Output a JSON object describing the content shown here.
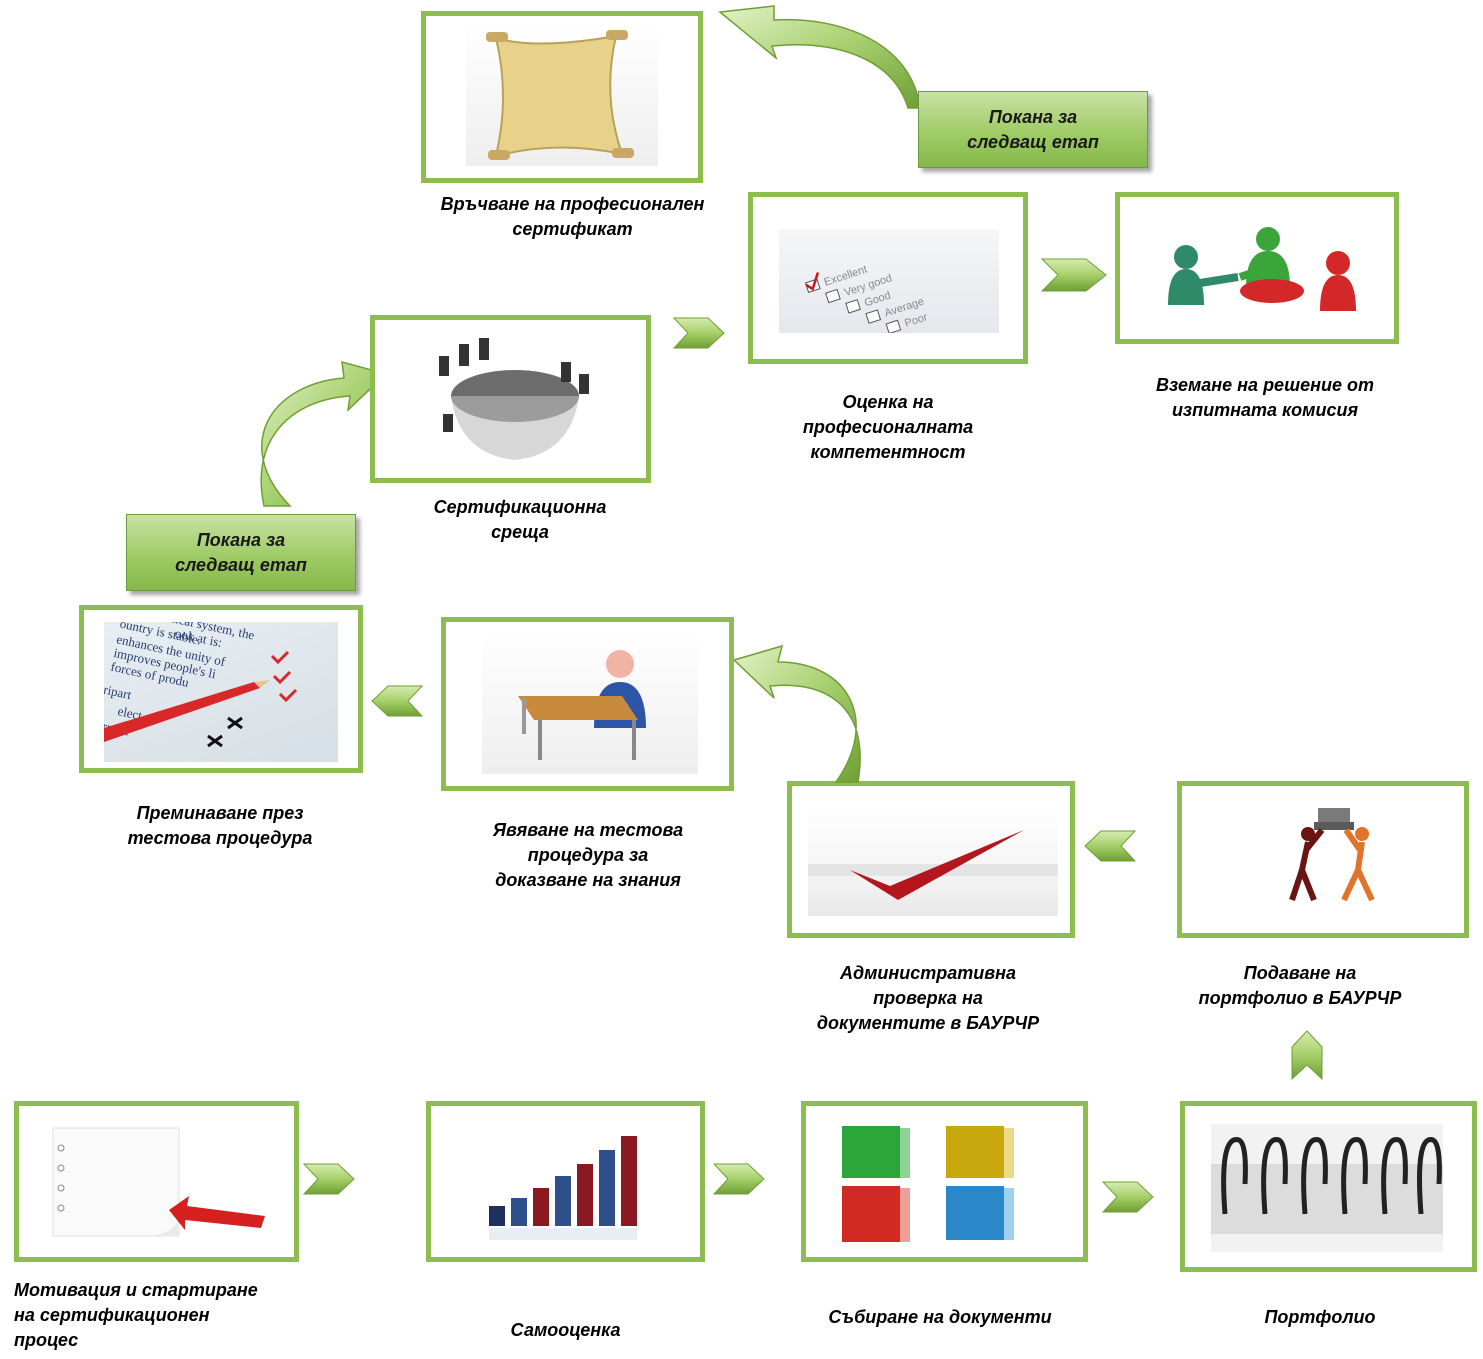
{
  "colors": {
    "frame": "#8dbc4f",
    "arrow_light": "#c8e39a",
    "arrow_dark": "#6f9f34",
    "banner": "#9fcc66"
  },
  "banners": {
    "top": {
      "line1": "Покана за",
      "line2": "следващ етап"
    },
    "left": {
      "line1": "Покана за",
      "line2": "следващ етап"
    }
  },
  "steps": {
    "motivation": {
      "line1": "Мотивация и стартиране",
      "line2": "на сертификационен",
      "line3": "процес",
      "icon": "notepad-arrow-icon"
    },
    "self_assessment": {
      "line1": "Самооценка",
      "icon": "bar-chart-icon"
    },
    "collect_docs": {
      "line1": "Събиране на документи",
      "icon": "books-icon"
    },
    "portfolio": {
      "line1": "Портфолио",
      "icon": "spiral-binder-icon"
    },
    "submit_portfolio": {
      "line1": "Подаване на",
      "line2": "портфолио в БАУРЧР",
      "icon": "figures-carrying-icon"
    },
    "admin_check": {
      "line1": "Административна",
      "line2": "проверка на",
      "line3": "документите в  БАУРЧР",
      "icon": "checkmark-icon"
    },
    "test_attend": {
      "line1": "Явяване на тестова",
      "line2": "процедура за",
      "line3": "доказване на знания",
      "icon": "person-at-desk-icon"
    },
    "test_pass": {
      "line1": "Преминаване през",
      "line2": "тестова процедура",
      "icon": "test-sheet-icon"
    },
    "cert_meeting": {
      "line1": "Сертификационна",
      "line2": "среща",
      "icon": "meeting-table-icon"
    },
    "evaluation": {
      "line1": "Оценка на",
      "line2": "професионалната",
      "line3": "компетентност",
      "icon": "checklist-icon"
    },
    "decision": {
      "line1": "Вземане на решение от",
      "line2": "изпитната комисия",
      "icon": "figures-handshake-icon"
    },
    "award": {
      "line1": "Връчване на професионален",
      "line2": "сертификат",
      "icon": "scroll-icon"
    }
  },
  "checklist_items": [
    "Excellent",
    "Very good",
    "Good",
    "Average",
    "Poor"
  ],
  "test_sheet_lines": [
    "olitical system, the",
    "ook at is:",
    "ountry is stable.",
    "enhances the unity of",
    "improves people's li",
    "forces of produ",
    "tripart",
    "elect",
    "correct."
  ]
}
